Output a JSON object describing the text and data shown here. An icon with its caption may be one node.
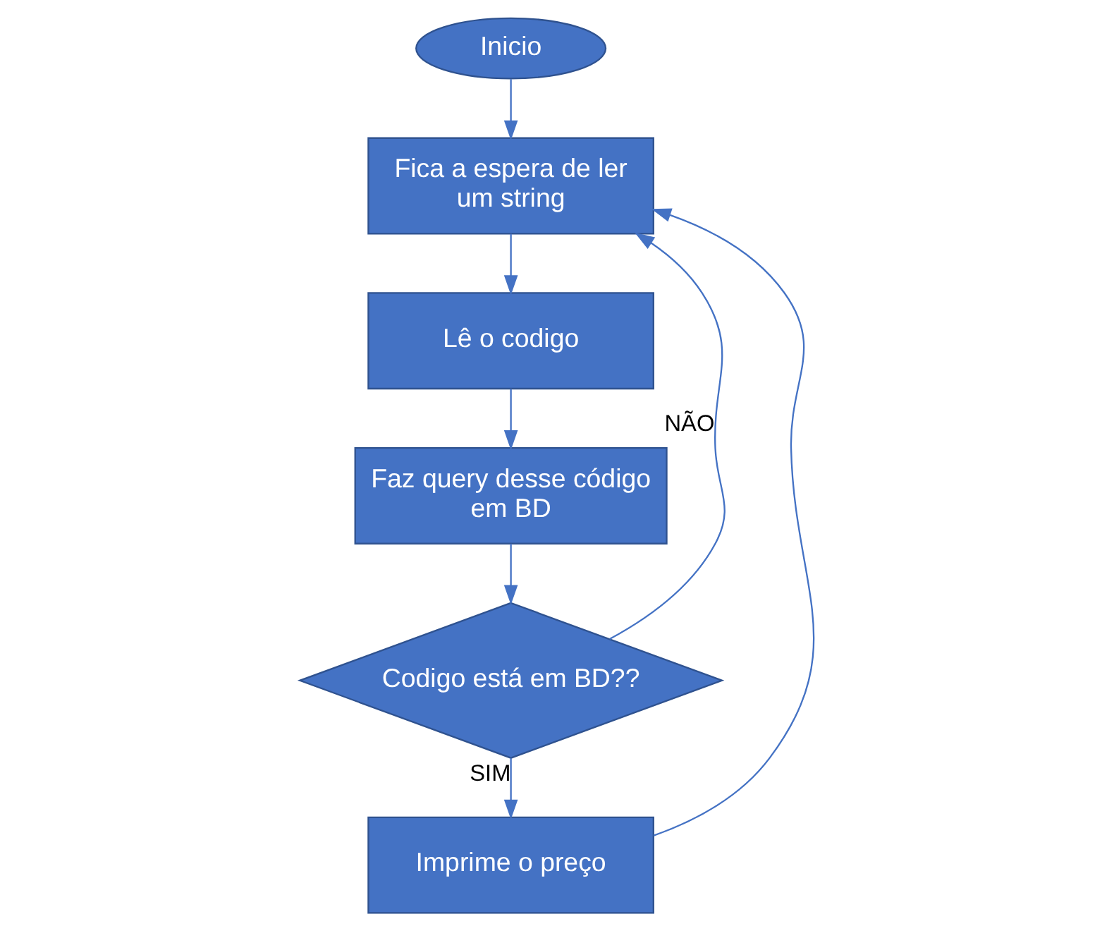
{
  "diagram": {
    "nodes": [
      {
        "text": [
          "Inicio"
        ]
      },
      {
        "text": [
          "Fica a espera de ler um string"
        ]
      },
      {
        "text": [
          "Lê o codigo"
        ]
      },
      {
        "text": [
          "Faz query desse código em BD"
        ]
      },
      {
        "text": [
          "Codigo está em BD??"
        ]
      },
      {
        "text": [
          "Imprime o preço"
        ]
      }
    ],
    "edges": [
      {
        "from": 0,
        "to": 1,
        "arrow": "to"
      },
      {
        "from": 1,
        "to": 2,
        "arrow": "to"
      },
      {
        "from": 2,
        "to": 3,
        "arrow": "to"
      },
      {
        "from": 3,
        "to": 4,
        "arrow": "to"
      },
      {
        "from": 4,
        "to": 5,
        "arrow": "to",
        "label": "SIM"
      },
      {
        "from": 4,
        "to": 1,
        "arrow": "to",
        "label": "NÃO"
      },
      {
        "from": 5,
        "to": 1,
        "arrow": "to"
      }
    ]
  }
}
